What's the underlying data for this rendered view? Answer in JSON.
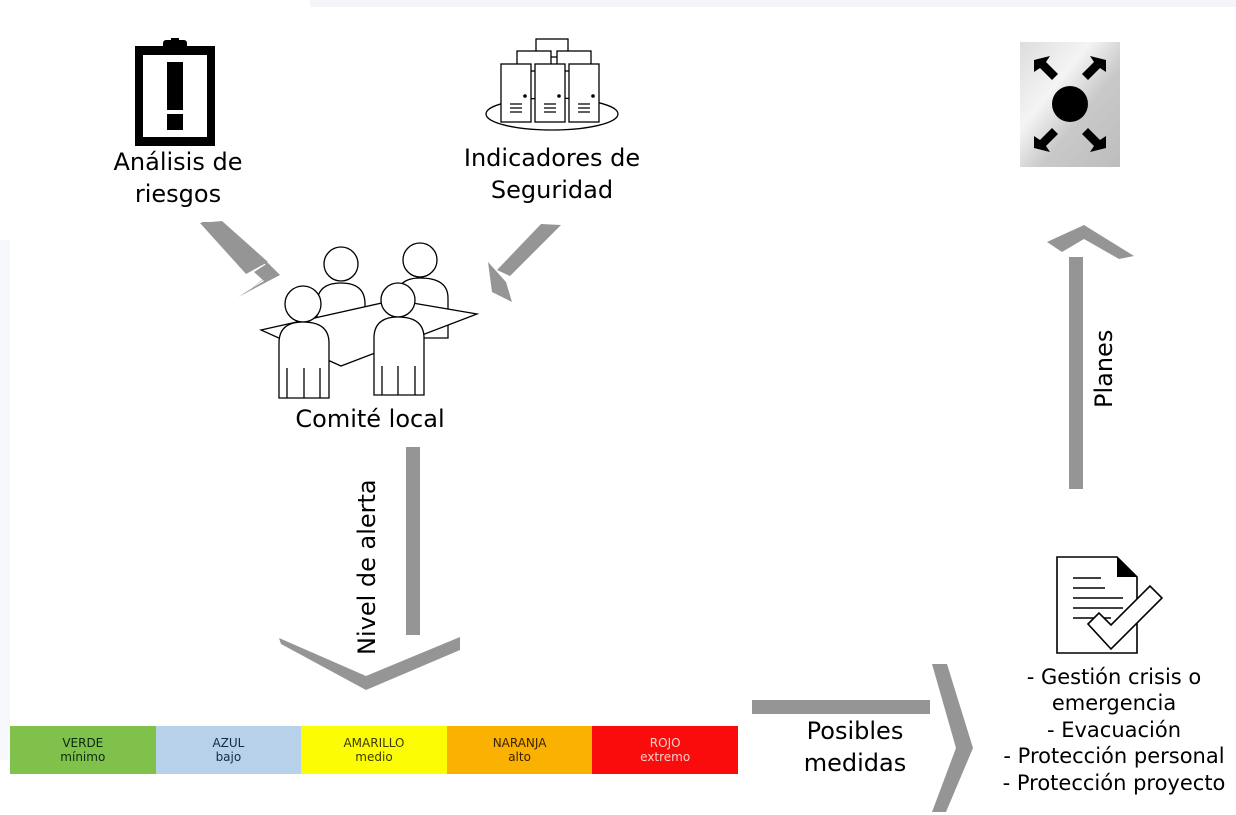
{
  "nodes": {
    "risk_analysis": {
      "line1": "Análisis de",
      "line2": "riesgos",
      "icon": "clipboard-alert-icon"
    },
    "security_indicators": {
      "line1": "Indicadores de",
      "line2": "Seguridad",
      "icon": "server-stack-icon"
    },
    "local_committee": {
      "label": "Comité local",
      "icon": "meeting-people-icon"
    },
    "assembly_point": {
      "icon": "assembly-point-icon"
    },
    "measures_doc": {
      "icon": "document-check-icon",
      "lines": [
        "- Gestión crisis o",
        "emergencia",
        "- Evacuación",
        "- Protección personal",
        "- Protección proyecto"
      ]
    }
  },
  "arrows": {
    "alert_level": "Nivel de alerta",
    "possible_measures": {
      "line1": "Posibles",
      "line2": "medidas"
    },
    "plans": "Planes"
  },
  "alert_levels": [
    {
      "name": "VERDE",
      "desc": "mínimo",
      "color": "#7fc14a",
      "text_color": "#0b2a10"
    },
    {
      "name": "AZUL",
      "desc": "bajo",
      "color": "#b7d1ea",
      "text_color": "#152a45"
    },
    {
      "name": "AMARILLO",
      "desc": "medio",
      "color": "#fcfc04",
      "text_color": "#3d3d00"
    },
    {
      "name": "NARANJA",
      "desc": "alto",
      "color": "#fbb101",
      "text_color": "#3b2300"
    },
    {
      "name": "ROJO",
      "desc": "extremo",
      "color": "#fa0c0c",
      "text_color": "#fbcfc7"
    }
  ],
  "colors": {
    "arrow": "#959595",
    "line": "#000000"
  }
}
